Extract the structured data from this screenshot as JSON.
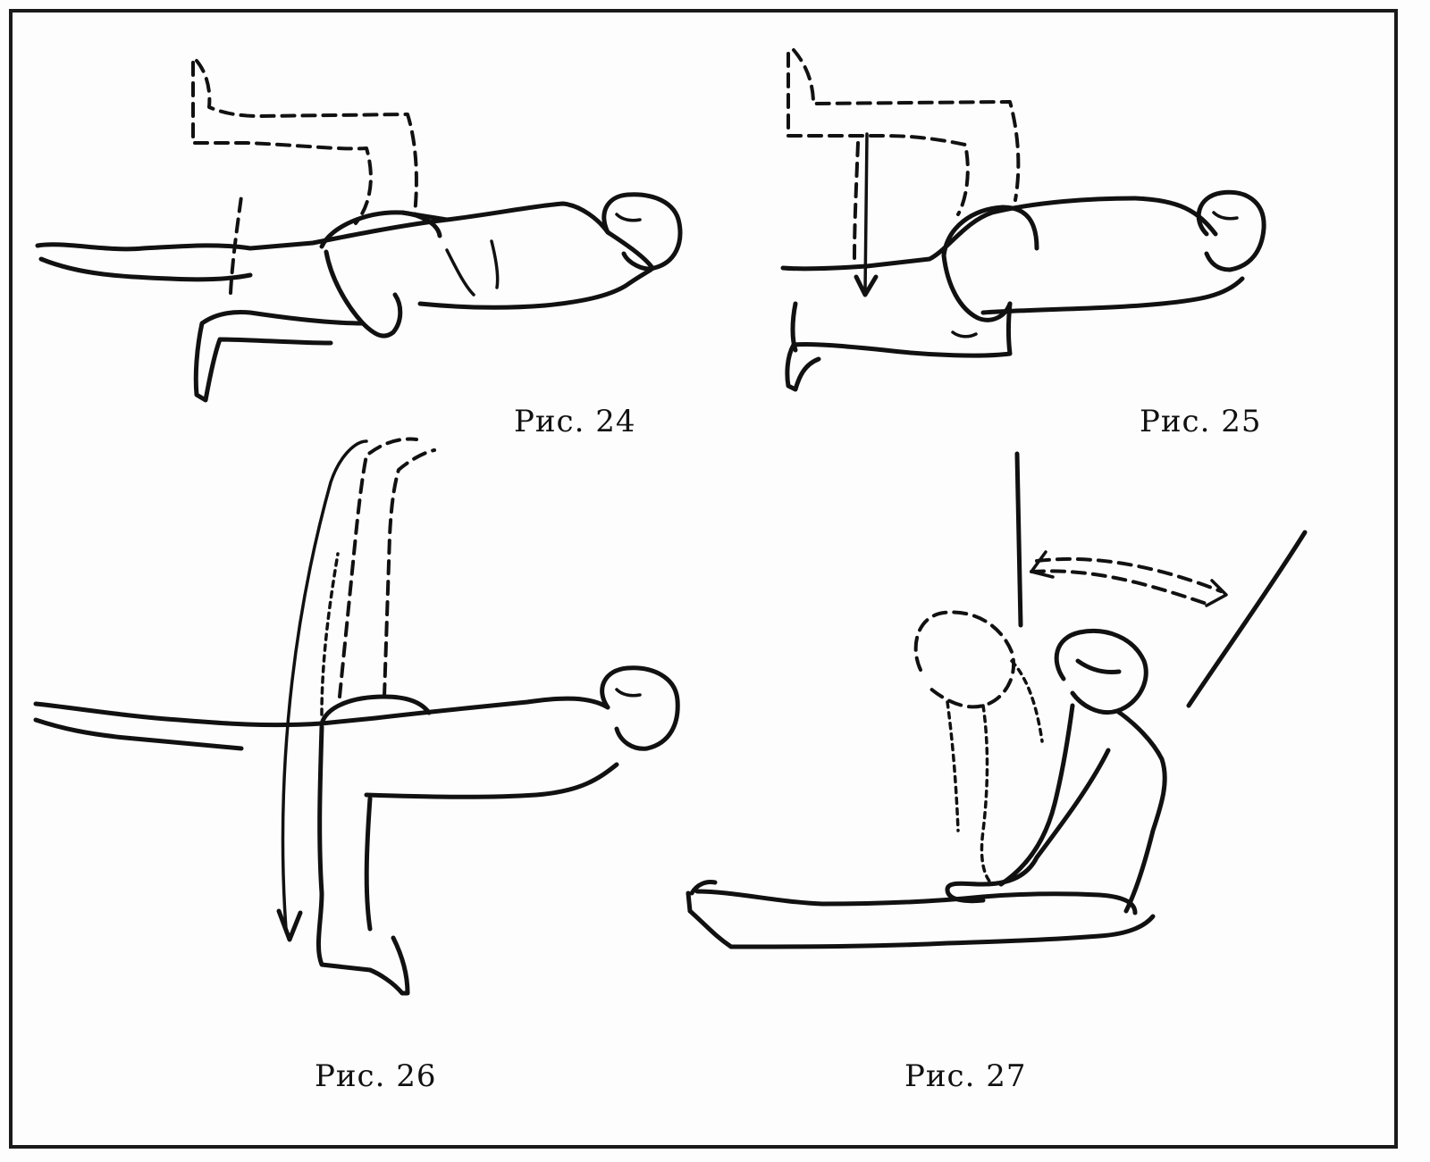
{
  "figures": [
    {
      "id": "fig24",
      "caption": "Рис. 24"
    },
    {
      "id": "fig25",
      "caption": "Рис. 25"
    },
    {
      "id": "fig26",
      "caption": "Рис. 26"
    },
    {
      "id": "fig27",
      "caption": "Рис. 27"
    }
  ],
  "colors": {
    "ink": "#111111",
    "paper": "#fdfdfd"
  }
}
